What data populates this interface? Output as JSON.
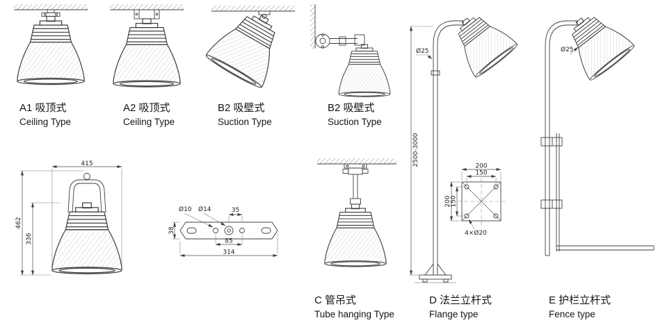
{
  "page": {
    "background": "#ffffff",
    "line_color": "#3d3d3d"
  },
  "captions": {
    "a1": {
      "title": "A1 吸顶式",
      "subtitle": "Ceiling Type"
    },
    "a2": {
      "title": "A2 吸顶式",
      "subtitle": "Ceiling Type"
    },
    "b2_wall": {
      "title": "B2 吸壁式",
      "subtitle": "Suction Type"
    },
    "b2_arm": {
      "title": "B2 吸壁式",
      "subtitle": "Suction Type"
    },
    "c": {
      "title": "C 管吊式",
      "subtitle": "Tube hanging Type"
    },
    "d": {
      "title": "D 法兰立杆式",
      "subtitle": "Flange type"
    },
    "e": {
      "title": "E 护栏立杆式",
      "subtitle": "Fence type"
    }
  },
  "dims": {
    "front": {
      "overall_width": "415",
      "overall_height": "462",
      "lamp_height": "336"
    },
    "bracket": {
      "hole_small": "Ø10",
      "hole_large": "Ø14",
      "hole_edge": "35",
      "hole_span": "85",
      "length": "314",
      "width": "38"
    },
    "pole_d": {
      "tube_dia": "Ø25",
      "height": "2500-3000"
    },
    "pole_e": {
      "tube_dia": "Ø25"
    },
    "flange": {
      "outer_w": "200",
      "bolt_w": "150",
      "outer_h": "200",
      "bolt_h": "150",
      "bolt_holes": "4×Ø20"
    }
  }
}
